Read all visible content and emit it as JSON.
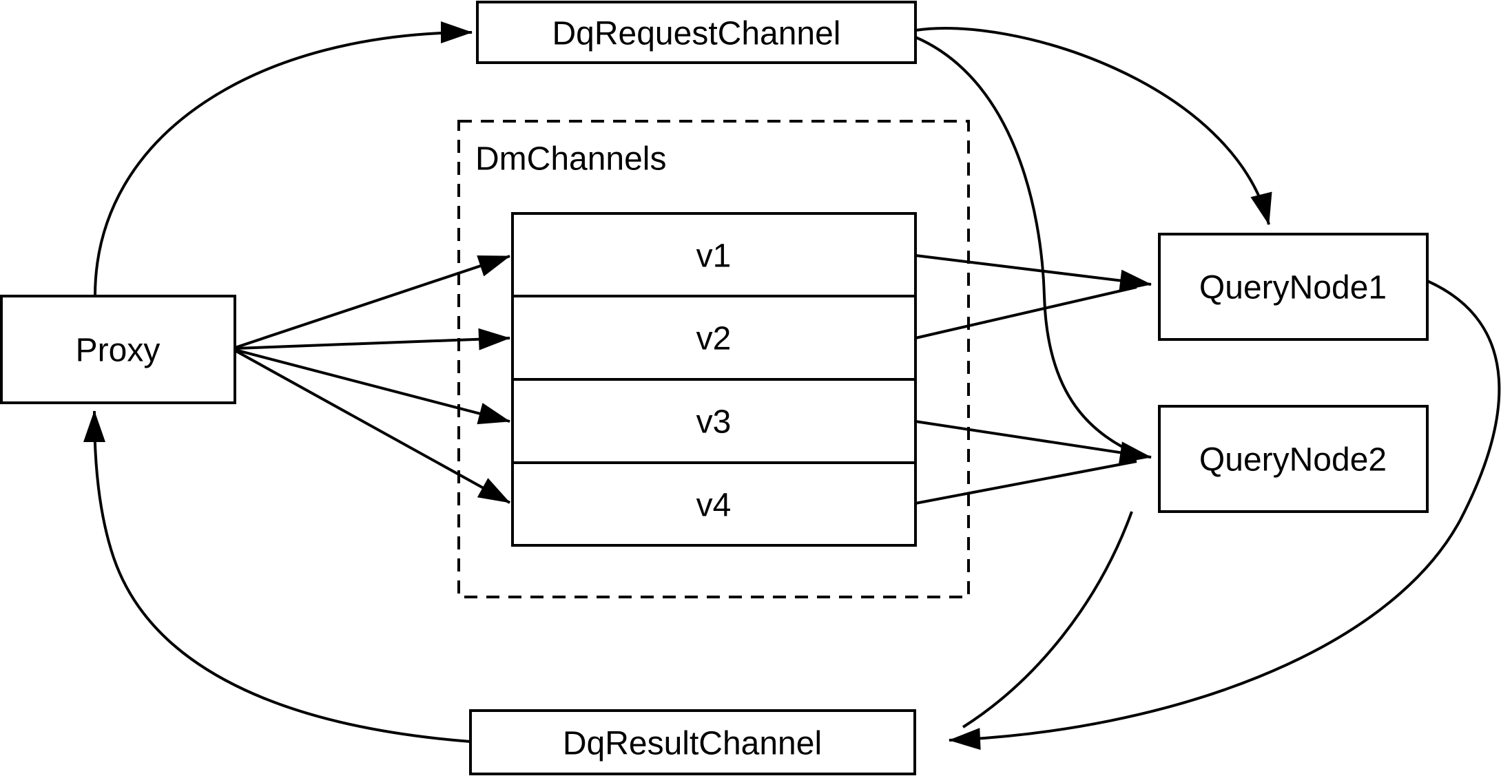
{
  "diagram": {
    "background_color": "#ffffff",
    "stroke_color": "#000000",
    "nodes": {
      "proxy": {
        "label": "Proxy"
      },
      "dq_request_channel": {
        "label": "DqRequestChannel"
      },
      "dm_channels": {
        "label": "DmChannels",
        "channels": [
          "v1",
          "v2",
          "v3",
          "v4"
        ]
      },
      "query_node_1": {
        "label": "QueryNode1"
      },
      "query_node_2": {
        "label": "QueryNode2"
      },
      "dq_result_channel": {
        "label": "DqResultChannel"
      }
    },
    "edges": [
      {
        "from": "Proxy",
        "to": "DqRequestChannel"
      },
      {
        "from": "Proxy",
        "to": "v1"
      },
      {
        "from": "Proxy",
        "to": "v2"
      },
      {
        "from": "Proxy",
        "to": "v3"
      },
      {
        "from": "Proxy",
        "to": "v4"
      },
      {
        "from": "DqRequestChannel",
        "to": "QueryNode1"
      },
      {
        "from": "DqRequestChannel",
        "to": "QueryNode2"
      },
      {
        "from": "v1",
        "to": "QueryNode1"
      },
      {
        "from": "v2",
        "to": "QueryNode1"
      },
      {
        "from": "v3",
        "to": "QueryNode2"
      },
      {
        "from": "v4",
        "to": "QueryNode2"
      },
      {
        "from": "QueryNode1",
        "to": "DqResultChannel"
      },
      {
        "from": "QueryNode2",
        "to": "DqResultChannel"
      },
      {
        "from": "DqResultChannel",
        "to": "Proxy"
      }
    ]
  }
}
